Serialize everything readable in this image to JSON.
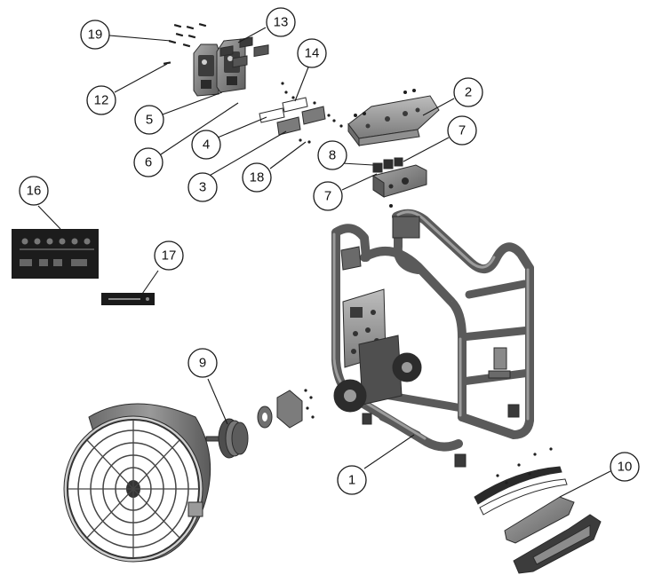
{
  "diagram": {
    "callouts": [
      {
        "id": "c1",
        "label": "1"
      },
      {
        "id": "c2",
        "label": "2"
      },
      {
        "id": "c3",
        "label": "3"
      },
      {
        "id": "c4",
        "label": "4"
      },
      {
        "id": "c5",
        "label": "5"
      },
      {
        "id": "c6",
        "label": "6"
      },
      {
        "id": "c7a",
        "label": "7"
      },
      {
        "id": "c7b",
        "label": "7"
      },
      {
        "id": "c8",
        "label": "8"
      },
      {
        "id": "c9",
        "label": "9"
      },
      {
        "id": "c10",
        "label": "10"
      },
      {
        "id": "c12",
        "label": "12"
      },
      {
        "id": "c13",
        "label": "13"
      },
      {
        "id": "c14",
        "label": "14"
      },
      {
        "id": "c16",
        "label": "16"
      },
      {
        "id": "c17",
        "label": "17"
      },
      {
        "id": "c18",
        "label": "18"
      },
      {
        "id": "c19",
        "label": "19"
      }
    ],
    "colors": {
      "ink": "#1a1a1a",
      "part_fill": "#8a8a8a",
      "part_dark": "#4a4a4a",
      "frame": "#6e6e6e",
      "label_plate": "#1c1c1c"
    }
  }
}
